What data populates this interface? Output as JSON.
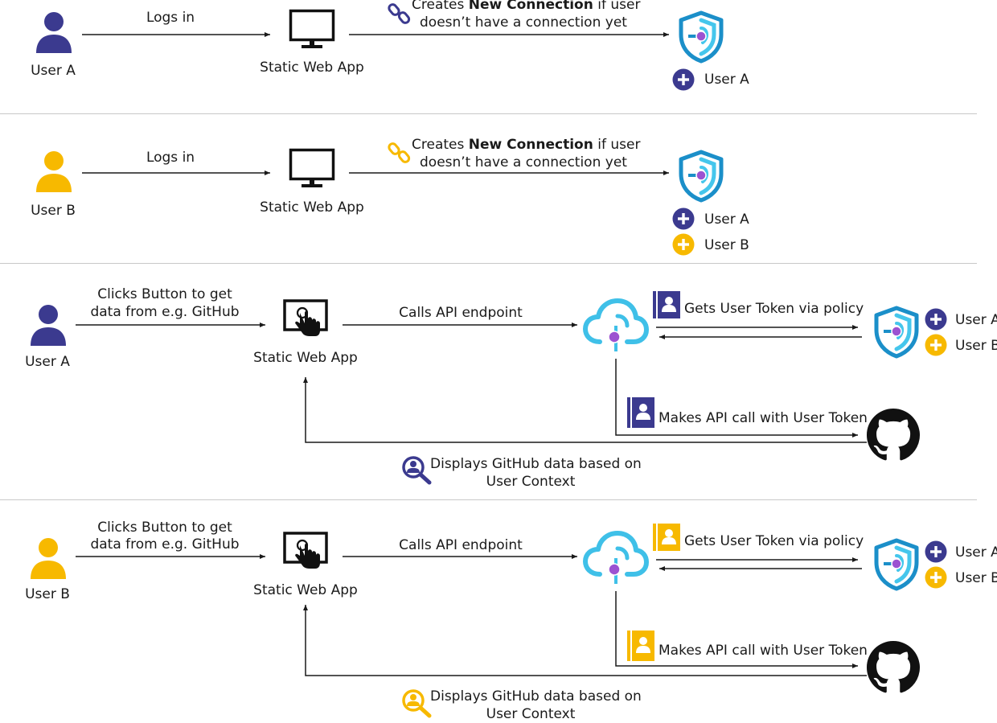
{
  "colors": {
    "user_a": "#3b3a8f",
    "user_b": "#f7b900",
    "shield_dark": "#1b8fc9",
    "shield_light": "#45c6ec",
    "cloud": "#3fc0e8",
    "purple_dot": "#9c52d1",
    "line": "#1a1a1a"
  },
  "panels": [
    {
      "user": "User A",
      "login": "Logs in",
      "app": "Static Web App",
      "connection_prefix": "Creates ",
      "connection_bold": "New Connection",
      "connection_suffix": " if user",
      "connection_line2": "doesn’t have a connection yet",
      "entries": [
        "User A"
      ]
    },
    {
      "user": "User B",
      "login": "Logs in",
      "app": "Static Web App",
      "connection_prefix": "Creates ",
      "connection_bold": "New Connection",
      "connection_suffix": " if user",
      "connection_line2": "doesn’t have a connection yet",
      "entries": [
        "User A",
        "User B"
      ]
    },
    {
      "user": "User A",
      "click_line1": "Clicks Button to get",
      "click_line2": "data from e.g. GitHub",
      "app": "Static Web App",
      "api": "Calls API endpoint",
      "token": "Gets User Token via policy",
      "call": "Makes API call with User Token",
      "display_line1": "Displays GitHub data based on",
      "display_line2": "User Context",
      "entries": [
        "User A",
        "User B"
      ]
    },
    {
      "user": "User B",
      "click_line1": "Clicks Button to get",
      "click_line2": "data from e.g. GitHub",
      "app": "Static Web App",
      "api": "Calls API endpoint",
      "token": "Gets User Token via policy",
      "call": "Makes API call with User Token",
      "display_line1": "Displays GitHub data based on",
      "display_line2": "User Context",
      "entries": [
        "User A",
        "User B"
      ]
    }
  ]
}
